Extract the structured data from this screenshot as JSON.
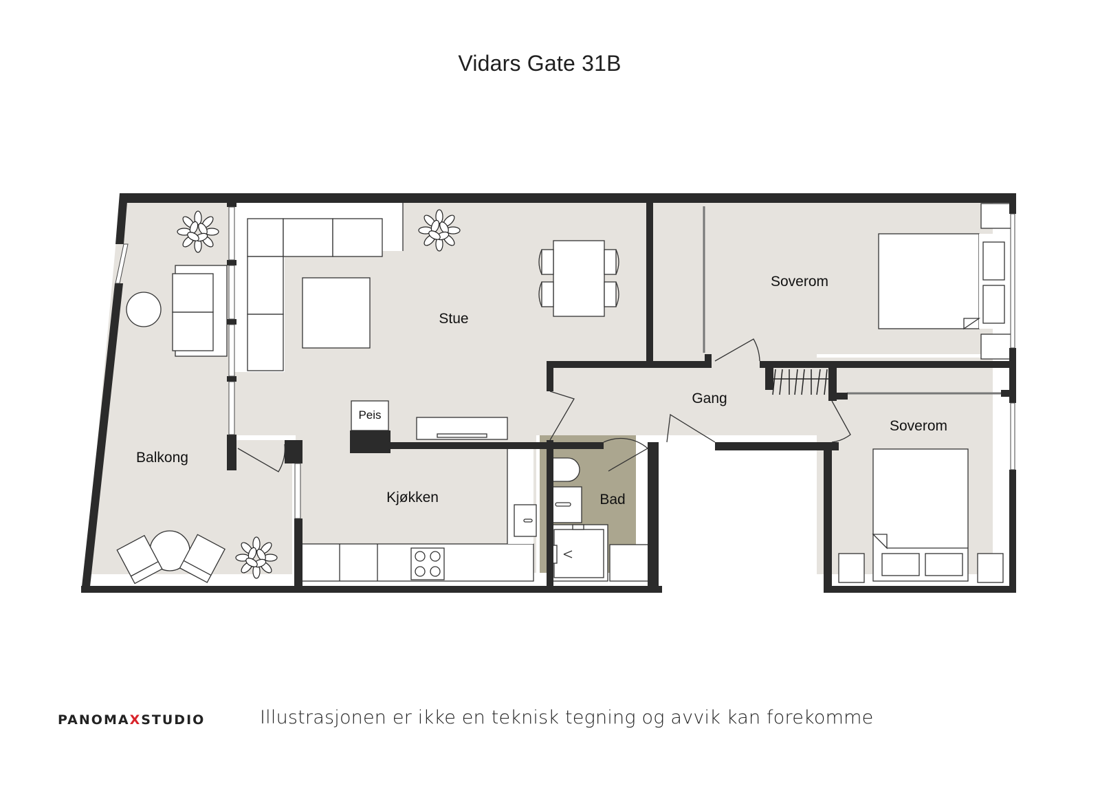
{
  "title": "Vidars Gate 31B",
  "rooms": {
    "stue": "Stue",
    "soverom_1": "Soverom",
    "soverom_2": "Soverom",
    "gang": "Gang",
    "balkong": "Balkong",
    "kjokken": "Kjøkken",
    "bad": "Bad",
    "peis": "Peis"
  },
  "footer": {
    "brand_part1": "PANOMA",
    "brand_x": "X",
    "brand_part2": "STUDIO",
    "disclaimer": "Illustrasjonen er ikke en teknisk tegning og avvik kan forekomme"
  },
  "colors": {
    "floor": "#e6e3de",
    "wall": "#2b2b2b",
    "bathroom": "#aba68f",
    "furniture": "#ffffff",
    "brand_accent": "#d8232a"
  }
}
